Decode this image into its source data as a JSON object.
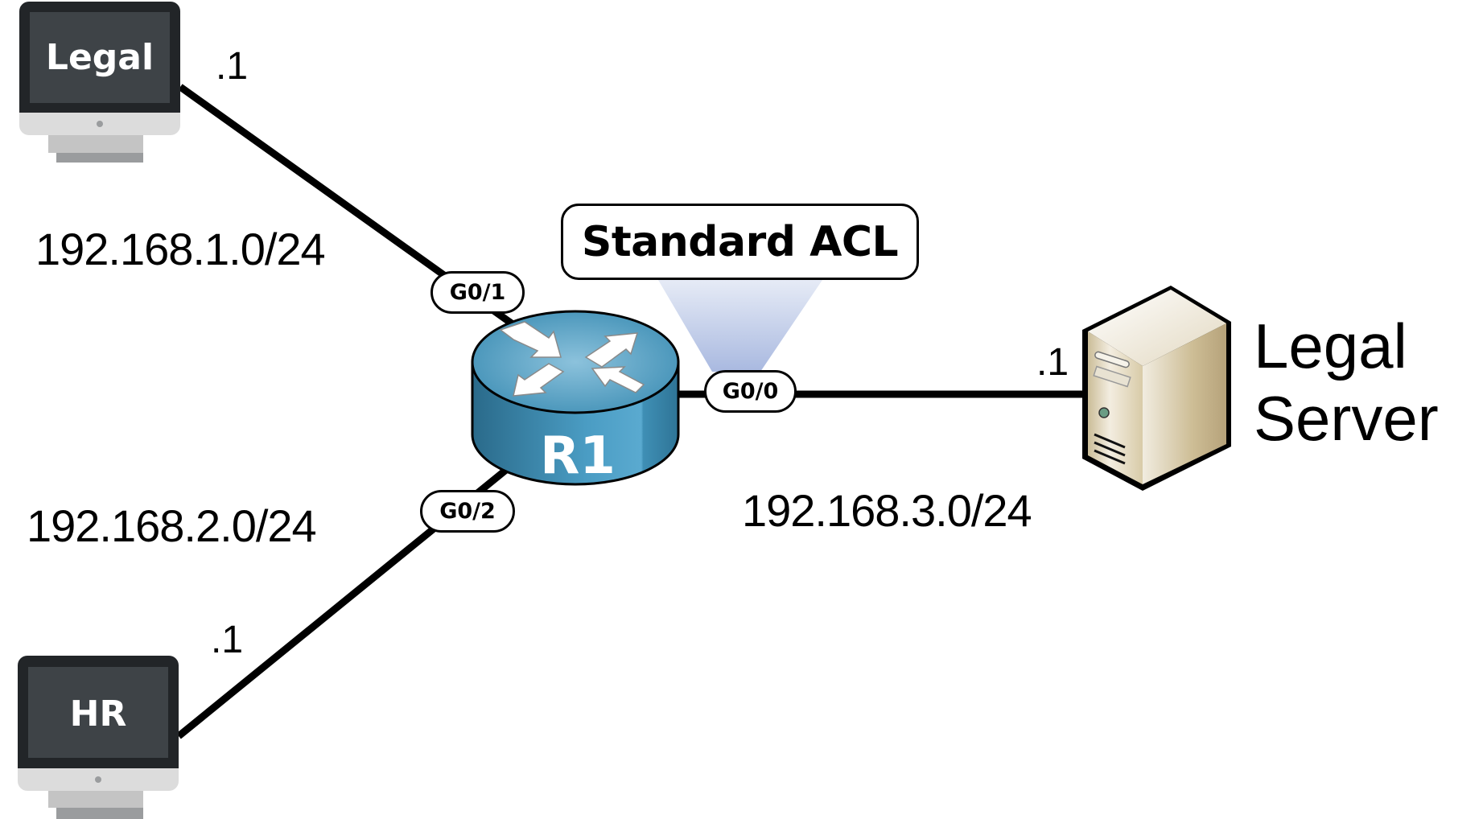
{
  "diagram": {
    "title_box": "Standard ACL",
    "router": {
      "name": "R1",
      "color": "#3f8fb5"
    },
    "hosts": [
      {
        "id": "legal-pc",
        "label": "Legal",
        "host_ip": ".1",
        "interface": "G0/1",
        "subnet": "192.168.1.0/24"
      },
      {
        "id": "hr-pc",
        "label": "HR",
        "host_ip": ".1",
        "interface": "G0/2",
        "subnet": "192.168.2.0/24"
      }
    ],
    "server": {
      "line1": "Legal",
      "line2": "Server",
      "host_ip": ".1",
      "interface": "G0/0",
      "subnet": "192.168.3.0/24"
    },
    "colors": {
      "monitor_bezel": "#222528",
      "monitor_screen": "#3e4347",
      "monitor_chin": "#dcdcdc",
      "acl_highlight": "#a9b9e0",
      "server_body": "#d6c8a6"
    }
  }
}
